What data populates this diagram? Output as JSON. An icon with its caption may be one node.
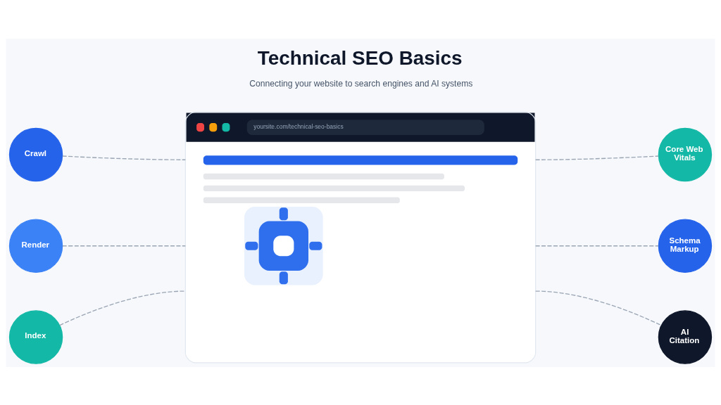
{
  "diagram": {
    "title": "Technical SEO Basics",
    "caption": "Connecting your website to search engines and AI systems",
    "nodes": [
      {
        "text": [
          "yoursite.com/technical-seo-basics"
        ]
      },
      {
        "text": [
          "Crawl"
        ]
      },
      {
        "text": [
          "Render"
        ]
      },
      {
        "text": [
          "Index"
        ]
      },
      {
        "text": [
          "Core Web Vitals"
        ]
      },
      {
        "text": [
          "Schema Markup"
        ]
      },
      {
        "text": [
          "AI Citation"
        ]
      }
    ],
    "edges": [
      {
        "from": 1,
        "to": 0,
        "arrow": "none",
        "style": "dashed"
      },
      {
        "from": 2,
        "to": 0,
        "arrow": "none",
        "style": "dashed"
      },
      {
        "from": 3,
        "to": 0,
        "arrow": "none",
        "style": "dashed"
      },
      {
        "from": 0,
        "to": 4,
        "arrow": "none",
        "style": "dashed"
      },
      {
        "from": 0,
        "to": 5,
        "arrow": "none",
        "style": "dashed"
      },
      {
        "from": 0,
        "to": 6,
        "arrow": "none",
        "style": "dashed"
      }
    ]
  }
}
